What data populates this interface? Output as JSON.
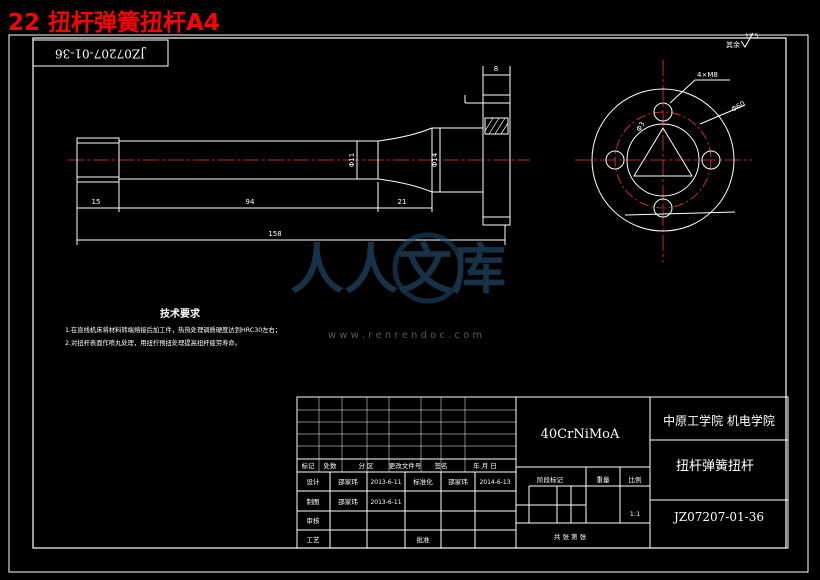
{
  "page_title": "22 扭杆弹簧扭杆A4",
  "drawing_number_rotated": "JZ07207-01-36",
  "dimensions": {
    "d1": "15",
    "d2": "94",
    "d3": "21",
    "total": "158",
    "flange_width": "8",
    "diameter_shaft": "Φ11",
    "diameter_collar": "Φ14",
    "holes": "4×M8",
    "bolt_circle": "Φ60",
    "center_mark": "Φ3"
  },
  "roughness_label": "其余",
  "roughness_value": "12.5",
  "watermark": {
    "brand": "人人文库",
    "url": "w w w . r e n r e n d o c . c o m"
  },
  "tech_requirements": {
    "title": "技术要求",
    "lines": [
      "1.在直线机床将材料转端熔接后加工件，热热处理调质硬度达到HRC30左右；",
      "2.对扭杆表面作喷丸处理，用扭拧预扭处理提高扭杆疲劳寿命。"
    ]
  },
  "title_block": {
    "material": "40CrNiMoA",
    "school": "中原工学院 机电学院",
    "part_name": "扭杆弹簧扭杆",
    "drawing_number": "JZ07207-01-36",
    "scale_value": "1:1",
    "headers": [
      "标记",
      "处数",
      "分 区",
      "更改文件号",
      "签名",
      "年 月 日"
    ],
    "stage_label": "阶段标记",
    "weight_label": "重量",
    "scale_label": "比例",
    "sheet_info": "共 张 第 张",
    "rows": [
      {
        "role": "设计",
        "name": "邵家玮",
        "date": "2013-6-11",
        "role2": "标准化",
        "name2": "邵家玮",
        "date2": "2014-6-13"
      },
      {
        "role": "制图",
        "name": "邵家玮",
        "date": "2013-6-11",
        "role2": "",
        "name2": "",
        "date2": ""
      },
      {
        "role": "审核",
        "name": "",
        "date": "",
        "role2": "",
        "name2": "",
        "date2": ""
      },
      {
        "role": "工艺",
        "name": "",
        "date": "",
        "role2": "批准",
        "name2": "",
        "date2": ""
      }
    ]
  }
}
